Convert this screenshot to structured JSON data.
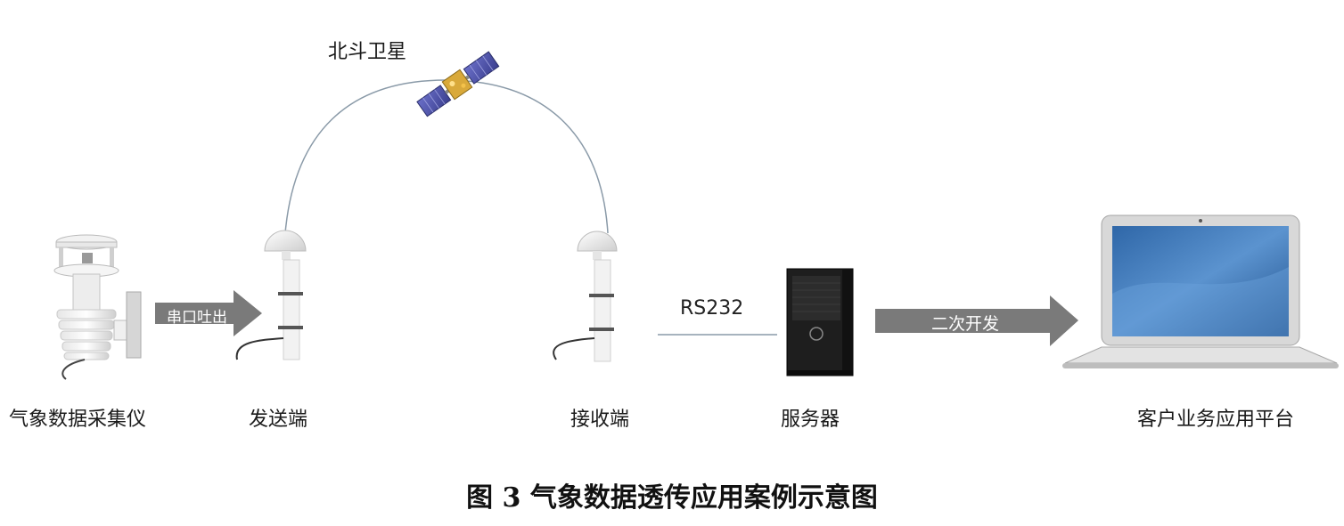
{
  "satellite_label": "北斗卫星",
  "nodes": {
    "weather_station": "气象数据采集仪",
    "sender": "发送端",
    "receiver": "接收端",
    "server": "服务器",
    "client": "客户业务应用平台"
  },
  "arrows": {
    "serial_output": "串口吐出",
    "secondary_dev": "二次开发"
  },
  "link_label": "RS232",
  "caption": "图 3  气象数据透传应用案例示意图",
  "colors": {
    "arrow_fill": "#7a7a7a",
    "line": "#8a9aa8",
    "panel_blue": "#3f78b7",
    "server_black": "#1e1e1e"
  }
}
